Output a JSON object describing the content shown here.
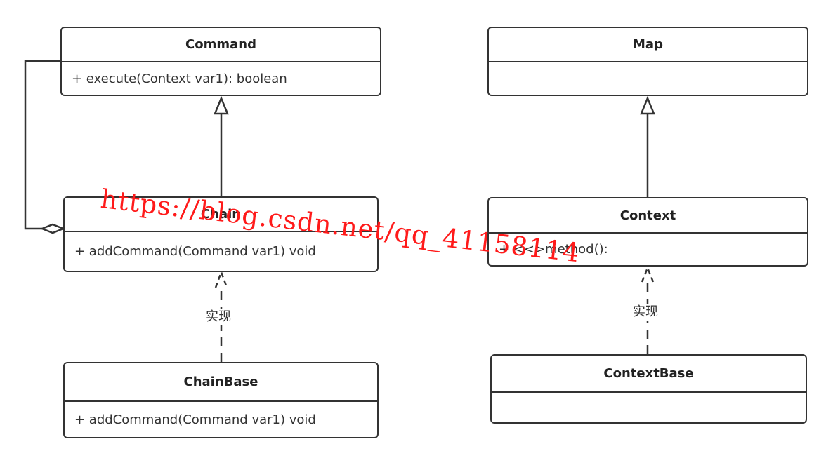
{
  "classes": {
    "command": {
      "name": "Command",
      "members": [
        "+ execute(Context var1):  boolean"
      ]
    },
    "chain": {
      "name": "Chain",
      "members": [
        "+ addCommand(Command var1)  void"
      ]
    },
    "chain_base": {
      "name": "ChainBase",
      "members": [
        "+ addCommand(Command var1)  void"
      ]
    },
    "map": {
      "name": "Map",
      "members": [
        ""
      ]
    },
    "context": {
      "name": "Context",
      "members": [
        "+ <<>method():"
      ]
    },
    "context_base": {
      "name": "ContextBase",
      "members": [
        ""
      ]
    }
  },
  "relations": {
    "chain_impl_label": "实现",
    "context_impl_label": "实现"
  },
  "watermark": "https://blog.csdn.net/qq_41158114",
  "colors": {
    "line": "#333333",
    "watermark": "#ff1a1a"
  }
}
